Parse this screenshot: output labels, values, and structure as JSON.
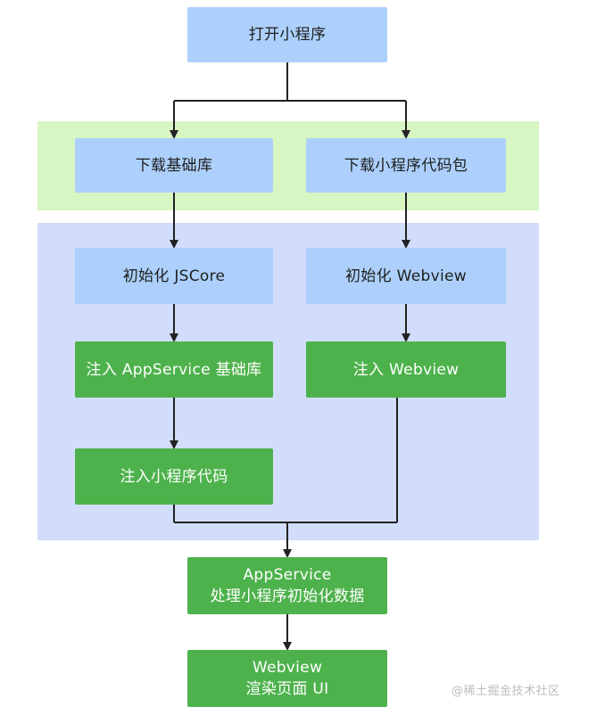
{
  "nodes": {
    "open_mini_program": "打开小程序",
    "download_base_library": "下载基础库",
    "download_code_package": "下载小程序代码包",
    "init_jscore": "初始化 JSCore",
    "init_webview": "初始化 Webview",
    "inject_appservice_library": "注入 AppService 基础库",
    "inject_webview": "注入 Webview",
    "inject_mini_program_code": "注入小程序代码",
    "appservice_line1": "AppService",
    "appservice_line2": "处理小程序初始化数据",
    "webview_line1": "Webview",
    "webview_line2": "渲染页面 UI"
  },
  "watermark": "@稀土掘金技术社区",
  "colors": {
    "blue_node": "#acd0fb",
    "green_node": "#4eb24c",
    "download_group_bg": "#d8f5c4",
    "init_group_bg": "#d2ddfc",
    "connector": "#222222"
  }
}
